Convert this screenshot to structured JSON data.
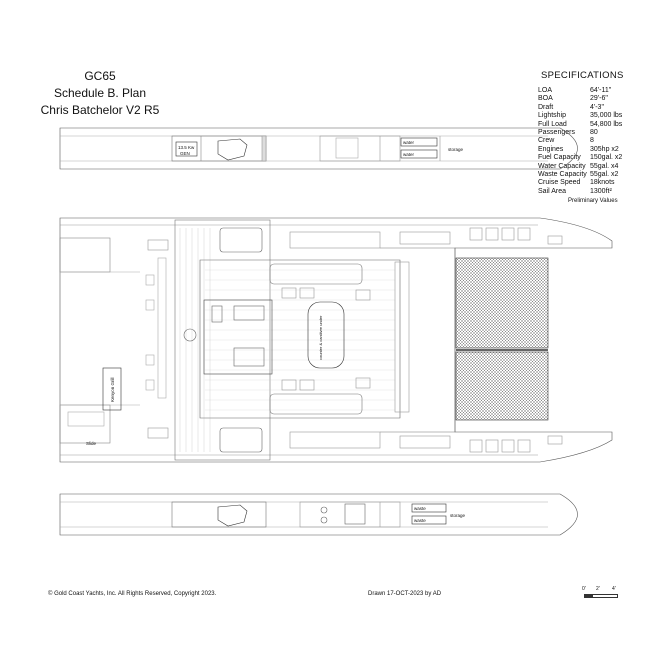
{
  "title": {
    "line1": "GC65",
    "line2": "Schedule B. Plan",
    "line3": "Chris Batchelor V2 R5"
  },
  "specifications": {
    "heading": "SPECIFICATIONS",
    "rows": [
      {
        "label": "LOA",
        "value": "64'-11\""
      },
      {
        "label": "BOA",
        "value": "29'-6\""
      },
      {
        "label": "Draft",
        "value": "4'-3\""
      },
      {
        "label": "Lightship",
        "value": "35,000 lbs"
      },
      {
        "label": "Full Load",
        "value": "54,800 lbs"
      },
      {
        "label": "Passengers",
        "value": "80"
      },
      {
        "label": "Crew",
        "value": "8"
      },
      {
        "label": "Engines",
        "value": "305hp x2"
      },
      {
        "label": "Fuel Capacity",
        "value": "150gal. x2"
      },
      {
        "label": "Water Capacity",
        "value": "55gal. x4"
      },
      {
        "label": "Waste Capacity",
        "value": "55gal. x2"
      },
      {
        "label": "Cruise Speed",
        "value": "18knots"
      },
      {
        "label": "Sail Area",
        "value": "1300ft²"
      }
    ],
    "note": "Preliminary Values"
  },
  "labels": {
    "generator": "13.5 Kw GEN",
    "water_1": "water",
    "water_2": "water",
    "storage_top": "storage",
    "waste_1": "waste",
    "waste_2": "waste",
    "storage_bottom": "storage",
    "grill": "Kenyon Grill",
    "slide": "Slide",
    "counter": "counter & cantilvre under"
  },
  "footer": {
    "copyright": "© Gold Coast Yachts, Inc. All Rights Reserved, Copyright 2023.",
    "drawn": "Drawn 17-OCT-2023 by AD"
  },
  "scale_bar": {
    "ticks": [
      "0'",
      "2'",
      "4'"
    ]
  }
}
